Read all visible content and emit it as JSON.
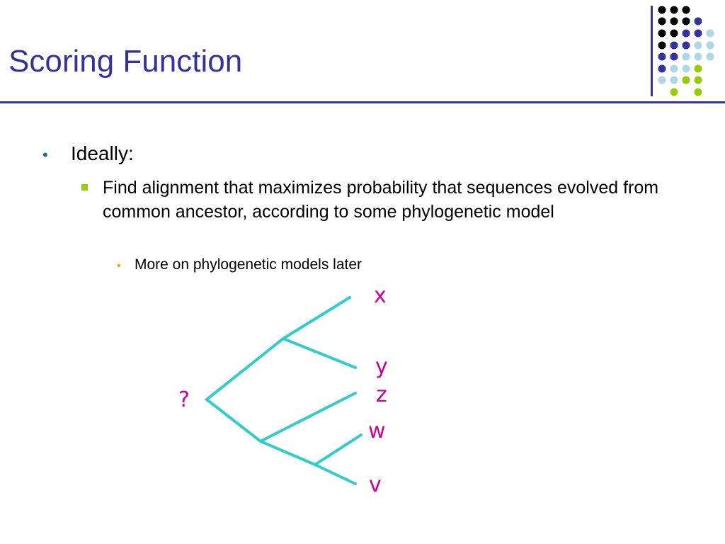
{
  "slide": {
    "title": "Scoring Function",
    "bullet1": "Ideally:",
    "bullet2": "Find alignment that maximizes probability that sequences evolved from common ancestor, according to some phylogenetic model",
    "bullet3": "More on phylogenetic models later"
  },
  "tree": {
    "root_label": "?",
    "leaves": [
      "x",
      "y",
      "z",
      "w",
      "v"
    ]
  },
  "colors": {
    "title": "#333399",
    "branch": "#33cccc",
    "leaf_label": "#cc0099"
  }
}
